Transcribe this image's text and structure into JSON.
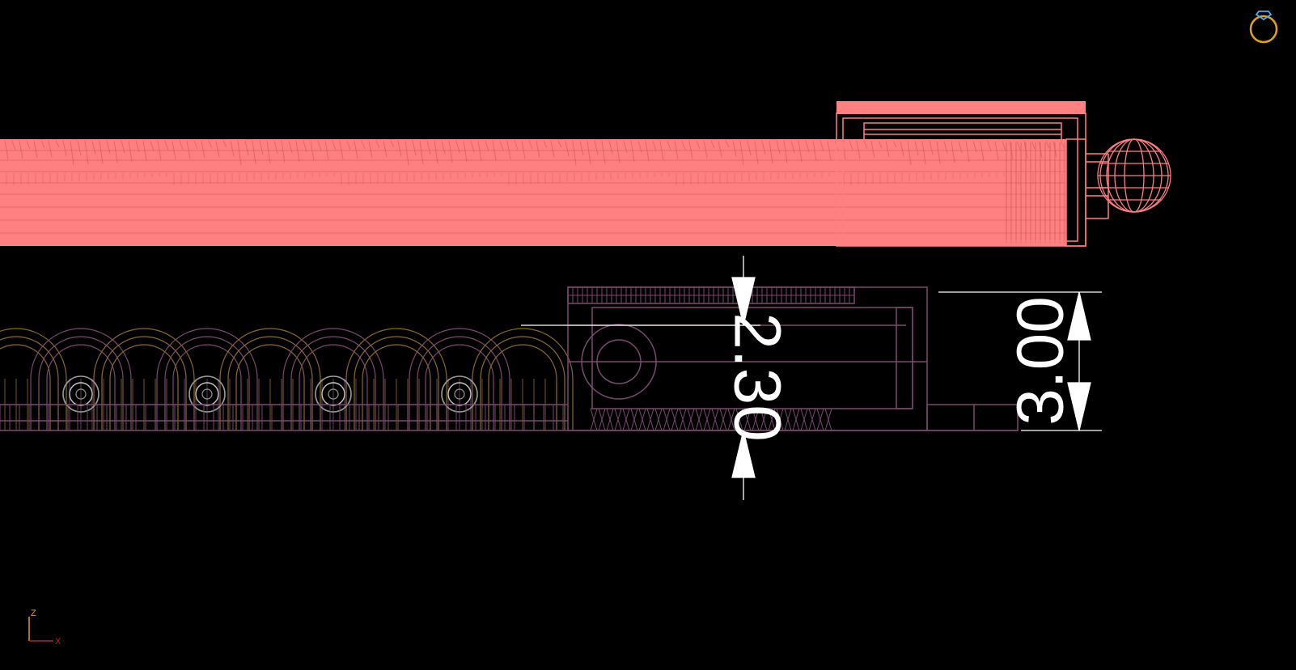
{
  "viewport": {
    "background": "#000000",
    "gizmo_icon": "ring-icon"
  },
  "colors": {
    "ring_band": "#ff8080",
    "arches": "#8a6a28",
    "shank_lines": "#7a4a6e",
    "dimension": "#ffffff",
    "gizmo": "#e0a020",
    "gizmo_gem": "#5aa8e6",
    "axis_z": "#e0a020",
    "axis_x": "#c02020"
  },
  "dimensions": [
    {
      "label": "2.30"
    },
    {
      "label": "3.00"
    }
  ],
  "axis_triad": {
    "vertical_label": "Z",
    "horizontal_label": "X"
  }
}
